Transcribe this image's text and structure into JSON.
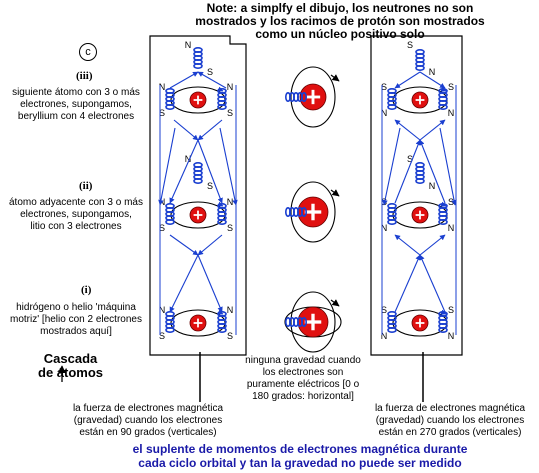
{
  "note": {
    "line1": "Note: a simplfy el dibujo, los neutrones no son",
    "line2": "mostrados y los racimos de protón son mostrados",
    "line3": "como un núcleo positivo solo"
  },
  "panel_label": "c",
  "levels": [
    {
      "roman": "(iii)",
      "desc": [
        "siguiente átomo con 3 o más",
        "electrones, supongamos,",
        "beryllium con 4 electrones"
      ]
    },
    {
      "roman": "(ii)",
      "desc": [
        "átomo adyacente con 3 o más",
        "electrones, supongamos,",
        "litio con 3 electrones"
      ]
    },
    {
      "roman": "(i)",
      "desc": [
        "hidrógeno o helio 'máquina",
        "motriz' [helio con 2 electrones",
        "mostrados aquí]"
      ]
    }
  ],
  "cascade": [
    "Cascada",
    "de átomos"
  ],
  "captions": {
    "left": [
      "la fuerza de electrones magnética",
      "(gravedad) cuando los electrones",
      "están en 90 grados (verticales)"
    ],
    "middle": [
      "ninguna gravedad cuando",
      "los electrones son",
      "puramente eléctricos [0 o",
      "180 grados: horizontal]"
    ],
    "right": [
      "la fuerza de electrones magnética",
      "(gravedad) cuando los electrones",
      "están en 270 grados (verticales)"
    ]
  },
  "footer": {
    "line1": "el suplente de momentos de electrones magnética durante",
    "line2": "cada ciclo orbital y tan la gravedad no puede ser medido"
  },
  "pole_labels": {
    "north": "N",
    "south": "S"
  },
  "colors": {
    "coil": "#1a3fd0",
    "arrow": "#1a3fd0",
    "nucleus": "#e01010",
    "footer": "#1a1aa8"
  }
}
